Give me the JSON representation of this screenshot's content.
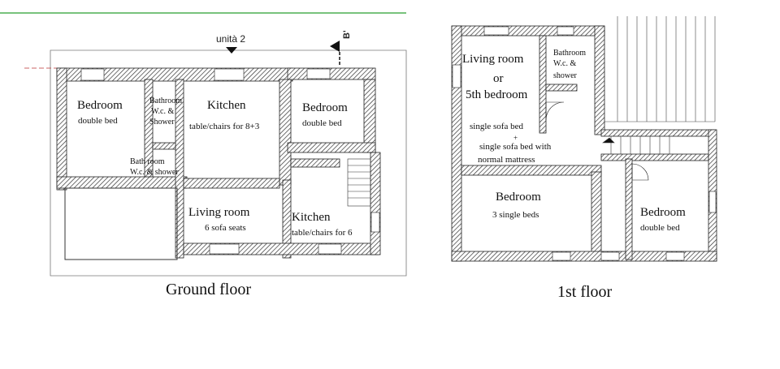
{
  "top_bar_color": "#4caf50",
  "ground_floor": {
    "caption": "Ground floor",
    "unit_label": "unità 2",
    "section_mark": "B'",
    "rooms": {
      "bedroom_left": {
        "name": "Bedroom",
        "desc": "double bed"
      },
      "bathroom_top": {
        "line1": "Bathroom",
        "line2": "W.c. &",
        "line3": "Shower"
      },
      "kitchen_main": {
        "name": "Kitchen",
        "desc": "table/chairs for 8+3"
      },
      "bedroom_right": {
        "name": "Bedroom",
        "desc": "double bed"
      },
      "bathroom_bottom": {
        "line1": "Bath room",
        "line2": "W.c. & shower"
      },
      "living_room": {
        "name": "Living room",
        "desc": "6 sofa seats"
      },
      "kitchen_small": {
        "name": "Kitchen",
        "desc": "table/chairs for 6"
      }
    }
  },
  "first_floor": {
    "caption": "1st floor",
    "rooms": {
      "living_room": {
        "line1": "Living room",
        "line2": "or",
        "line3": "5th bedroom"
      },
      "bathroom": {
        "line1": "Bathroom",
        "line2": "W.c. &",
        "line3": "shower"
      },
      "sofa_area": {
        "line1": "single sofa bed",
        "line2": "+",
        "line3": "single sofa bed with",
        "line4": "normal mattress"
      },
      "bedroom_left": {
        "name": "Bedroom",
        "desc": "3 single beds"
      },
      "bedroom_right": {
        "name": "Bedroom",
        "desc": "double bed"
      }
    }
  }
}
